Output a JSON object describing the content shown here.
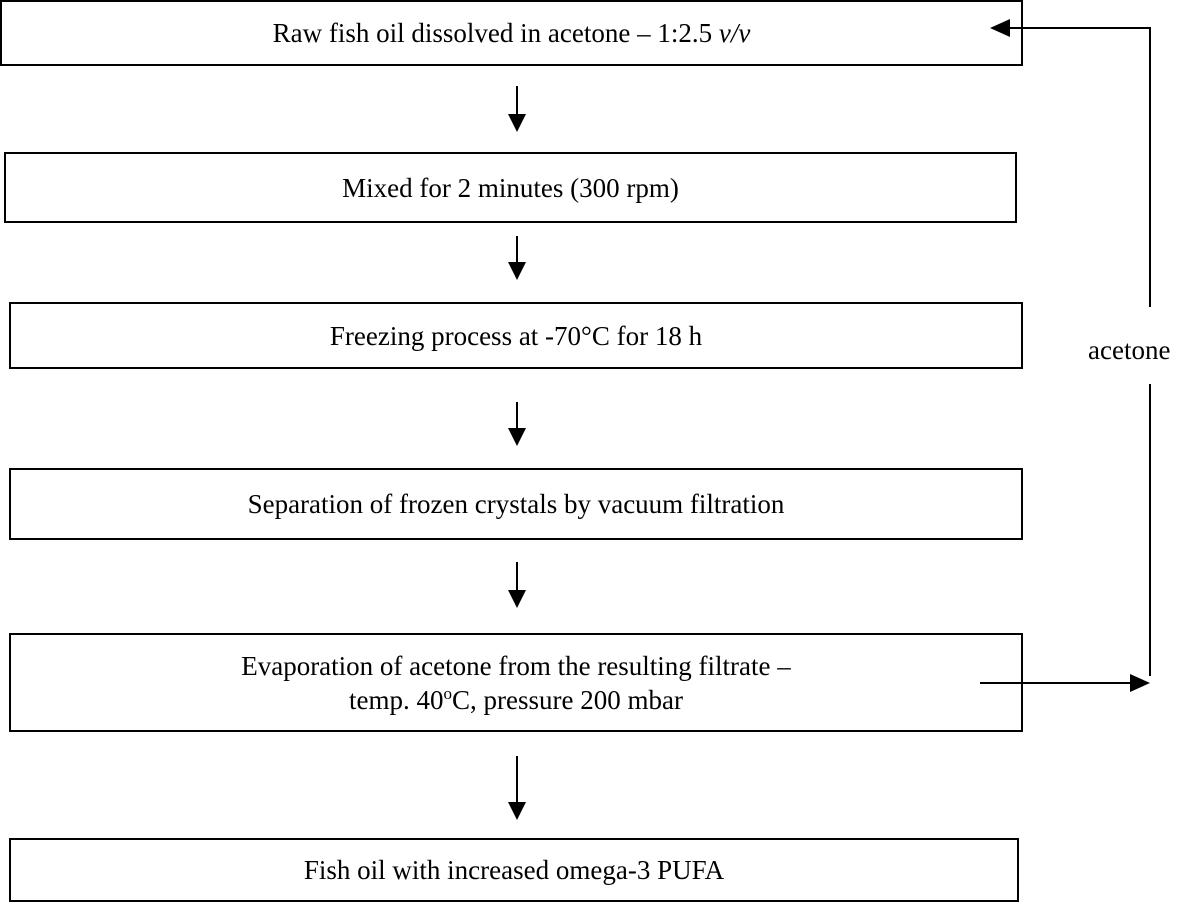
{
  "diagram": {
    "steps": [
      {
        "id": "step-1",
        "text": "Raw fish oil dissolved in acetone – 1:2.5 ",
        "italic_suffix": "v/v"
      },
      {
        "id": "step-2",
        "text": "Mixed for 2 minutes (300 rpm)"
      },
      {
        "id": "step-3",
        "text": "Freezing process at -70°C for 18 h"
      },
      {
        "id": "step-4",
        "text": "Separation of frozen crystals by vacuum filtration"
      },
      {
        "id": "step-5",
        "line1": "Evaporation of acetone from the resulting filtrate –",
        "line2_a": "temp. 40",
        "line2_sup": "o",
        "line2_b": "C, pressure 200 mbar"
      },
      {
        "id": "step-6",
        "text": "Fish oil with increased omega-3 PUFA"
      }
    ],
    "recycle_label": "acetone",
    "edges": [
      {
        "from": "step-1",
        "to": "step-2"
      },
      {
        "from": "step-2",
        "to": "step-3"
      },
      {
        "from": "step-3",
        "to": "step-4"
      },
      {
        "from": "step-4",
        "to": "step-5"
      },
      {
        "from": "step-5",
        "to": "step-6"
      },
      {
        "from": "step-5",
        "to": "step-1",
        "label": "acetone"
      }
    ]
  }
}
